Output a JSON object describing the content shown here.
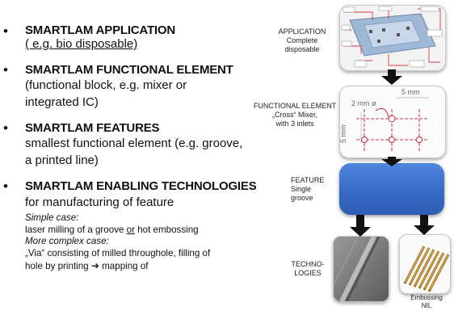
{
  "bullets": [
    {
      "heading": "SMARTLAM APPLICATION",
      "lines": [
        "( e.g. bio disposable)"
      ]
    },
    {
      "heading": "SMARTLAM FUNCTIONAL ELEMENT",
      "lines": [
        "(functional block, e.g. mixer or",
        "integrated IC)"
      ]
    },
    {
      "heading": "SMARTLAM FEATURES",
      "lines": [
        "smallest functional element (e.g. groove,",
        " a printed line)"
      ]
    },
    {
      "heading": "SMARTLAM ENABLING TECHNOLOGIES",
      "lines": [
        "for manufacturing of feature"
      ],
      "sub": {
        "simple_label": "Simple case:",
        "simple_pre": "laser milling of a groove ",
        "simple_or": "or",
        "simple_post": " hot embossing",
        "complex_label": "More complex case:",
        "complex_line1": "„Via“ consisting of milled throughole, filling of",
        "complex_line2_pre": "hole by printing ",
        "complex_arrow": "➔",
        "complex_line2_post": " mapping of"
      }
    }
  ],
  "bullet_char": "•",
  "labels": {
    "application": [
      "APPLICATION",
      "Complete",
      "disposable"
    ],
    "functional": [
      "FUNCTIONAL ELEMENT",
      "„Cross“ Mixer,",
      "with 3 inlets"
    ],
    "feature": [
      "FEATURE",
      "Single",
      "groove"
    ],
    "technologies": [
      "TECHNO-",
      "LOGIES"
    ],
    "embossing": [
      "Embossing",
      "NIL"
    ]
  },
  "mixer": {
    "diameter_label": "2 mm ø",
    "width_label": "5 mm",
    "height_label": "5 mm"
  },
  "colors": {
    "feature_blue": "#3f73cf",
    "arrow": "#111111",
    "mixer_line": "#d63a4a"
  }
}
